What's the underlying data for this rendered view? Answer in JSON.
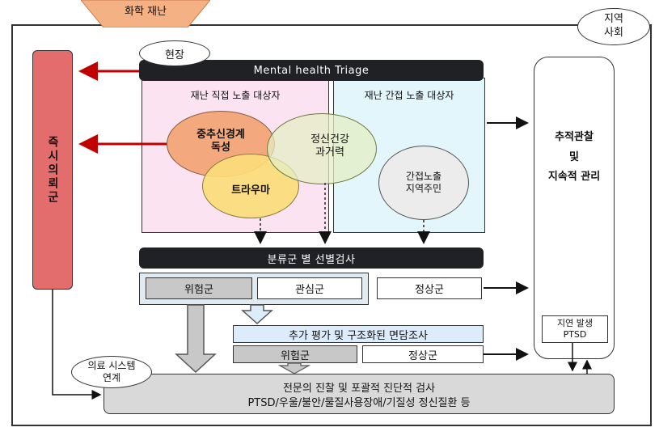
{
  "title_tab": "화학 재난",
  "community_label": "지역\n사회",
  "site_label": "현장",
  "triage_title": "Mental health Triage",
  "left_sidebar": "즉시의뢰군",
  "direct_exposure": "재난 직접 노출 대상자",
  "indirect_exposure": "재난 간접 노출 대상자",
  "circles": {
    "toxicity": "중추신경계\n독성",
    "mental_history": "정신건강\n과거력",
    "trauma": "트라우마",
    "indirect_residents": "간접노출\n지역주민"
  },
  "tracking": "추적관찰\n및\n지속적 관리",
  "screening_bar": "분류군 별 선별검사",
  "risk_group": "위험군",
  "concern_group": "관심군",
  "normal_group": "정상군",
  "further_eval": "추가 평가 및 구조화된 면담조사",
  "risk_group_2": "위험군",
  "normal_group_2": "정상군",
  "delayed_ptsd": "지연 발생\nPTSD",
  "medical_link": "의료 시스템\n연계",
  "final_line1": "전문의 진찰 및 포괄적 진단적 검사",
  "final_line2": "PTSD/우울/불안/물질사용장애/기질성 정신질환 등",
  "colors": {
    "tab_orange": "#f4b183",
    "sidebar_red": "#e36c6c",
    "direct_pink": "#fbe3f2",
    "indirect_blue": "#e3f6fb",
    "toxicity_orange": "#f3a477",
    "mental_green": "#e4eec4",
    "trauma_yellow": "#fbdc7a",
    "arrow_red": "#c00000"
  }
}
